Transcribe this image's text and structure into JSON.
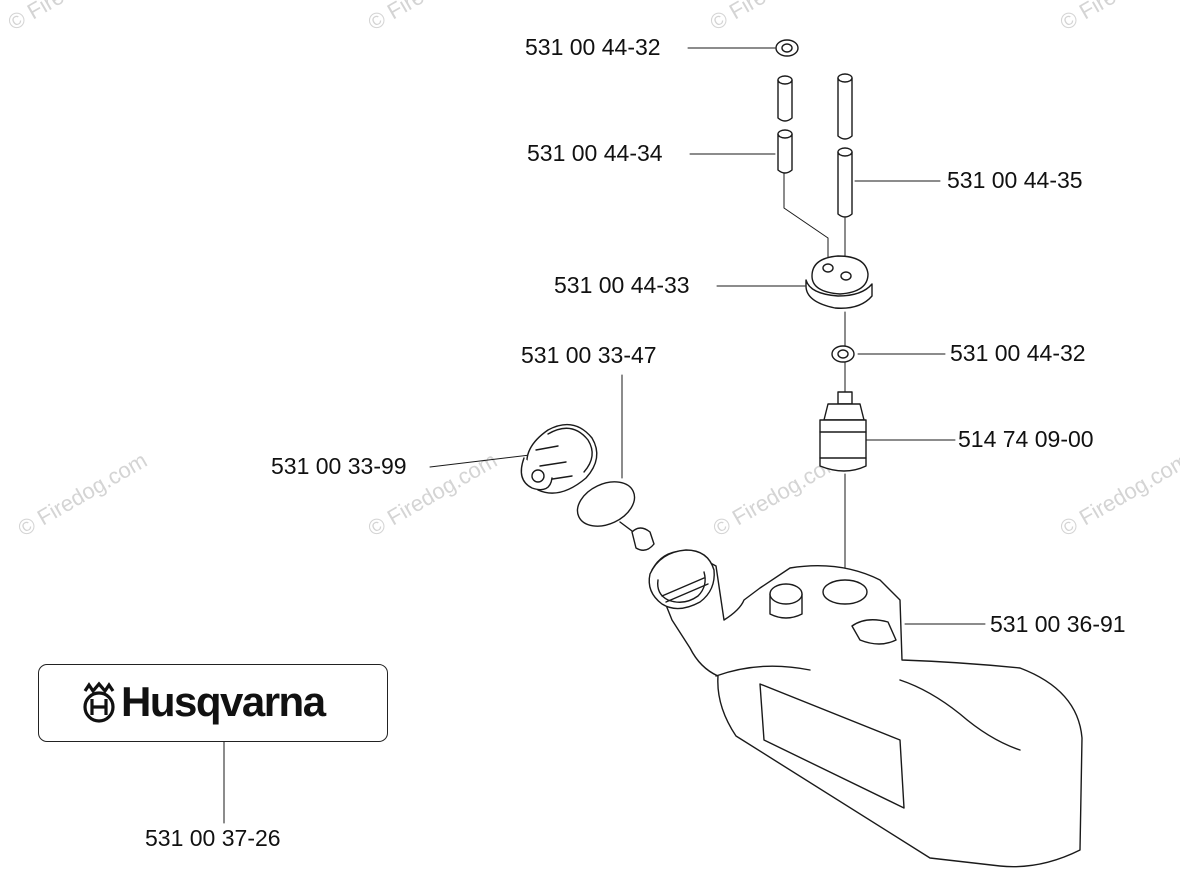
{
  "watermark": {
    "text": "© Firedog.com"
  },
  "parts": [
    {
      "id": "washer-top",
      "number": "531 00 44-32"
    },
    {
      "id": "fuel-hose-left",
      "number": "531 00 44-34"
    },
    {
      "id": "fuel-hose-right",
      "number": "531 00 44-35"
    },
    {
      "id": "grommet",
      "number": "531 00 44-33"
    },
    {
      "id": "washer-bottom",
      "number": "531 00 44-32"
    },
    {
      "id": "tank-cap-gasket",
      "number": "531 00 33-47"
    },
    {
      "id": "tank-cap",
      "number": "531 00 33-99"
    },
    {
      "id": "fuel-filter",
      "number": "514 74 09-00"
    },
    {
      "id": "fuel-tank",
      "number": "531 00 36-91"
    },
    {
      "id": "decal",
      "number": "531 00 37-26"
    }
  ],
  "logo": {
    "text": "Husqvarna"
  }
}
